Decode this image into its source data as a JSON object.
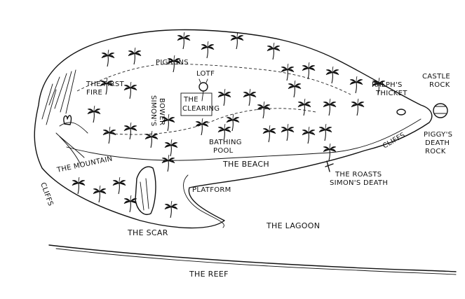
{
  "map": {
    "colors": {
      "ink": "#111111",
      "paper": "#ffffff"
    },
    "labels": {
      "first_fire": [
        "THE FIRST",
        "FIRE"
      ],
      "pigruns": "PIGRUNS",
      "lotf": "LOTF",
      "simons_bower": [
        "SIMON'S",
        "BOWER"
      ],
      "clearing": [
        "THE",
        "CLEARING"
      ],
      "ralphs_thicket": [
        "RALPH'S",
        "THICKET"
      ],
      "castle_rock": [
        "CASTLE",
        "ROCK"
      ],
      "piggys_death_rock": [
        "PIGGY'S",
        "DEATH",
        "ROCK"
      ],
      "cliffs_left": "CLIFFS",
      "cliffs_right": "CLIFFS",
      "mountain": "THE MOUNTAIN",
      "bathing_pool": [
        "BATHING",
        "POOL"
      ],
      "beach": "THE BEACH",
      "roasts": [
        "THE ROASTS",
        "SIMON'S DEATH"
      ],
      "platform": "PLATFORM",
      "scar": "THE SCAR",
      "lagoon": "THE LAGOON",
      "reef": "THE REEF"
    },
    "icons": [
      "palm-tree-icon",
      "pig-head-icon",
      "fire-icon",
      "boulder-icon",
      "fort-icon"
    ]
  }
}
